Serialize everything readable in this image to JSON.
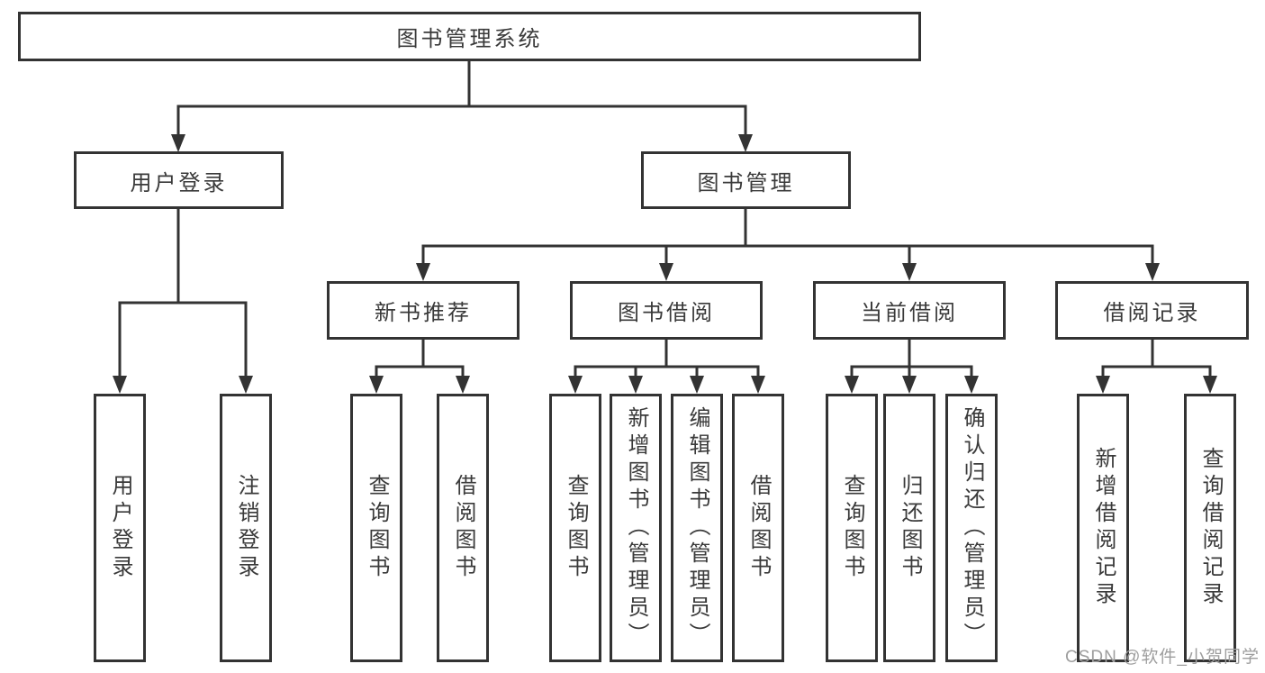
{
  "diagram": {
    "type": "hierarchy-diagram",
    "colors": {
      "line": "#333333",
      "text": "#3a3a3a",
      "box_fill": "#ffffff",
      "background": "#ffffff",
      "watermark": "#9e9e9e"
    },
    "tree": {
      "label": "图书管理系统",
      "children": [
        {
          "label": "用户登录",
          "children": [
            {
              "label": "用户登录"
            },
            {
              "label": "注销登录"
            }
          ]
        },
        {
          "label": "图书管理",
          "children": [
            {
              "label": "新书推荐",
              "children": [
                {
                  "label": "查询图书"
                },
                {
                  "label": "借阅图书"
                }
              ]
            },
            {
              "label": "图书借阅",
              "children": [
                {
                  "label": "查询图书"
                },
                {
                  "label": "新增图书（管理员）"
                },
                {
                  "label": "编辑图书（管理员）"
                },
                {
                  "label": "借阅图书"
                }
              ]
            },
            {
              "label": "当前借阅",
              "children": [
                {
                  "label": "查询图书"
                },
                {
                  "label": "归还图书"
                },
                {
                  "label": "确认归还（管理员）"
                }
              ]
            },
            {
              "label": "借阅记录",
              "children": [
                {
                  "label": "新增借阅记录"
                },
                {
                  "label": "查询借阅记录"
                }
              ]
            }
          ]
        }
      ]
    }
  },
  "watermark": {
    "text": "CSDN @软件_小贺同学"
  }
}
